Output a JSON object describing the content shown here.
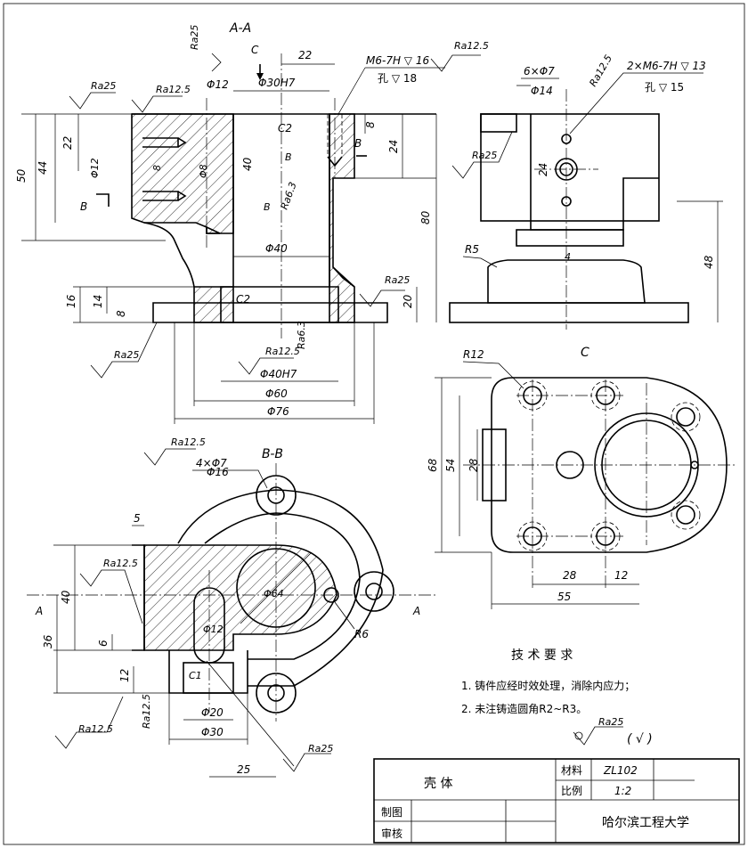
{
  "views": {
    "section_aa": "A-A",
    "view_c": "C",
    "section_bb": "B-B"
  },
  "labels": {
    "c_arrow": "C",
    "b_arrow": "B",
    "a_arrow": "A",
    "chamfer": "C2",
    "chamfer_c1": "C1",
    "r5": "R5",
    "r6": "R6",
    "r12": "R12"
  },
  "dimensions": {
    "d22_top": "22",
    "d30h7": "Φ30H7",
    "d12_top": "Φ12",
    "m6_note": "M6-7H ▽ 16",
    "m6_hole": "孔 ▽ 18",
    "d40": "40",
    "d12_side": "Φ12",
    "d8": "Φ8",
    "d8_small": "8",
    "d40_bore": "Φ40",
    "d40h7": "Φ40H7",
    "d60": "Φ60",
    "d76": "Φ76",
    "d50": "50",
    "d44": "44",
    "d22": "22",
    "d80": "80",
    "d24": "24",
    "d8_right": "8",
    "d16": "16",
    "d14": "14",
    "d8_bot": "8",
    "d20": "20",
    "holes_6x7": "6×Φ7",
    "d14_right": "Φ14",
    "m6_2x": "2×M6-7H ▽ 13",
    "m6_2x_hole": "孔 ▽ 15",
    "d24_c": "24",
    "d4": "4",
    "d48": "48",
    "d68": "68",
    "d54": "54",
    "d28_c": "28",
    "d28_bot": "28",
    "d12_bot": "12",
    "d55": "55",
    "holes_4x7": "4×Φ7",
    "d16_bb": "Φ16",
    "d5": "5",
    "d40_bb": "40",
    "d36": "36",
    "d6": "6",
    "d12_bb": "12",
    "d64": "Φ64",
    "d12_slot": "Φ12",
    "d20_bb": "Φ20",
    "d30_bb": "Φ30",
    "d25": "25"
  },
  "roughness": {
    "ra25": "Ra25",
    "ra125": "Ra12.5",
    "ra63": "Ra6.3",
    "ra125_b": "Ra12.5",
    "ra25_rest": "Ra25",
    "rest_mark": "( √ )"
  },
  "notes": {
    "title": "技 术 要 求",
    "line1": "1. 铸件应经时效处理，消除内应力；",
    "line2": "2. 未注铸造圆角R2~R3。"
  },
  "title_block": {
    "part_name": "壳   体",
    "material_label": "材料",
    "material_value": "ZL102",
    "scale_label": "比例",
    "scale_value": "1:2",
    "drawn_label": "制图",
    "checked_label": "审核",
    "organization": "哈尔滨工程大学"
  }
}
